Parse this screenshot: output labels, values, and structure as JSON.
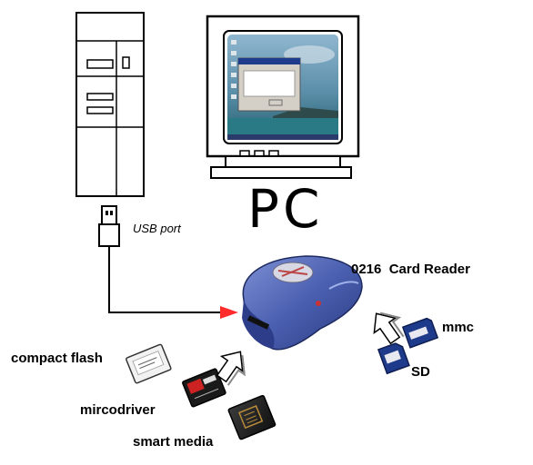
{
  "labels": {
    "pc": "PC",
    "usb_port": "USB port",
    "card_reader": "0216  Card Reader",
    "compact_flash": "compact flash",
    "mircodriver": "mircodriver",
    "smart_media": "smart media",
    "mmc": "mmc",
    "sd": "SD"
  },
  "icons": {
    "tower": "desktop-tower-icon",
    "monitor": "crt-monitor-icon",
    "usb": "usb-plug-icon",
    "reader": "card-reader-device-icon",
    "cf_card": "compact-flash-card-icon",
    "md_card": "microdrive-card-icon",
    "sm_card": "smart-media-card-icon",
    "mmc_card": "mmc-card-icon",
    "sd_card": "sd-card-icon"
  },
  "colors": {
    "line": "#000000",
    "arrow_head": "#ff0000",
    "reader_body": "#4a5fb0",
    "reader_dark": "#2a3a80",
    "screen_sky": "#6f9fb8"
  }
}
